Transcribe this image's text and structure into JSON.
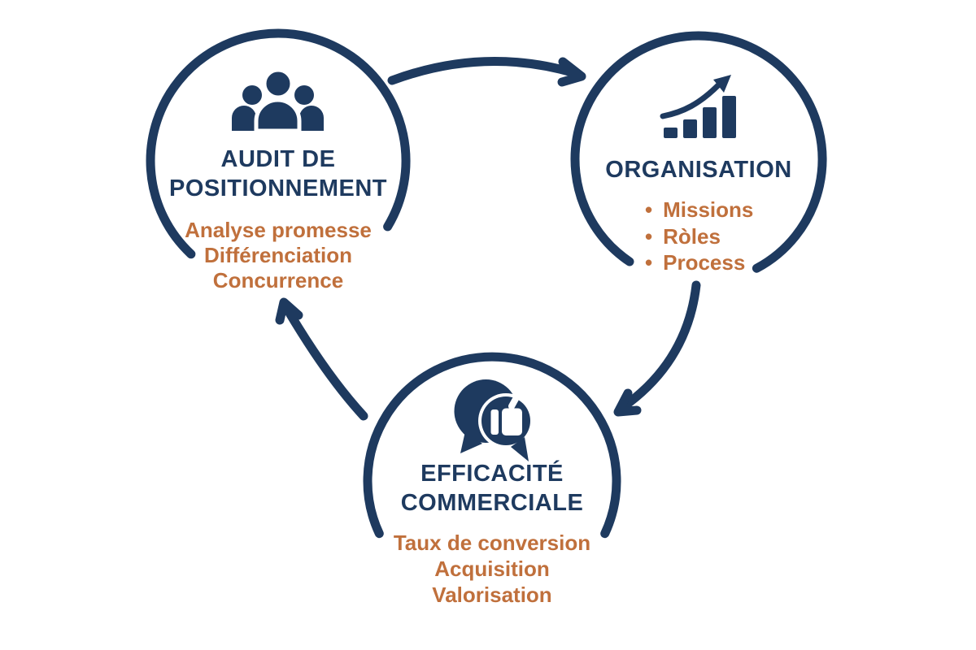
{
  "theme": {
    "navy": "#1e3a5f",
    "orange": "#c0703c",
    "background": "#ffffff",
    "bullet_char": "•"
  },
  "diagram": {
    "type": "cycle",
    "nodes": [
      {
        "id": "audit-de-positionnement",
        "icon": "people-group-icon",
        "title_lines": [
          "AUDIT DE",
          "POSITIONNEMENT"
        ],
        "items": [
          "Analyse promesse",
          "Différenciation",
          "Concurrence"
        ],
        "bulleted": false
      },
      {
        "id": "organisation",
        "icon": "growth-chart-icon",
        "title_lines": [
          "ORGANISATION"
        ],
        "items": [
          "Missions",
          "Ròles",
          "Process"
        ],
        "bulleted": true
      },
      {
        "id": "efficacite-commerciale",
        "icon": "chat-thumbs-up-icon",
        "title_lines": [
          "EFFICACITÉ",
          "COMMERCIALE"
        ],
        "items": [
          "Taux de conversion",
          "Acquisition",
          "Valorisation"
        ],
        "bulleted": false
      }
    ],
    "arrows": [
      {
        "from": "audit-de-positionnement",
        "to": "organisation"
      },
      {
        "from": "organisation",
        "to": "efficacite-commerciale"
      },
      {
        "from": "efficacite-commerciale",
        "to": "audit-de-positionnement"
      }
    ]
  }
}
